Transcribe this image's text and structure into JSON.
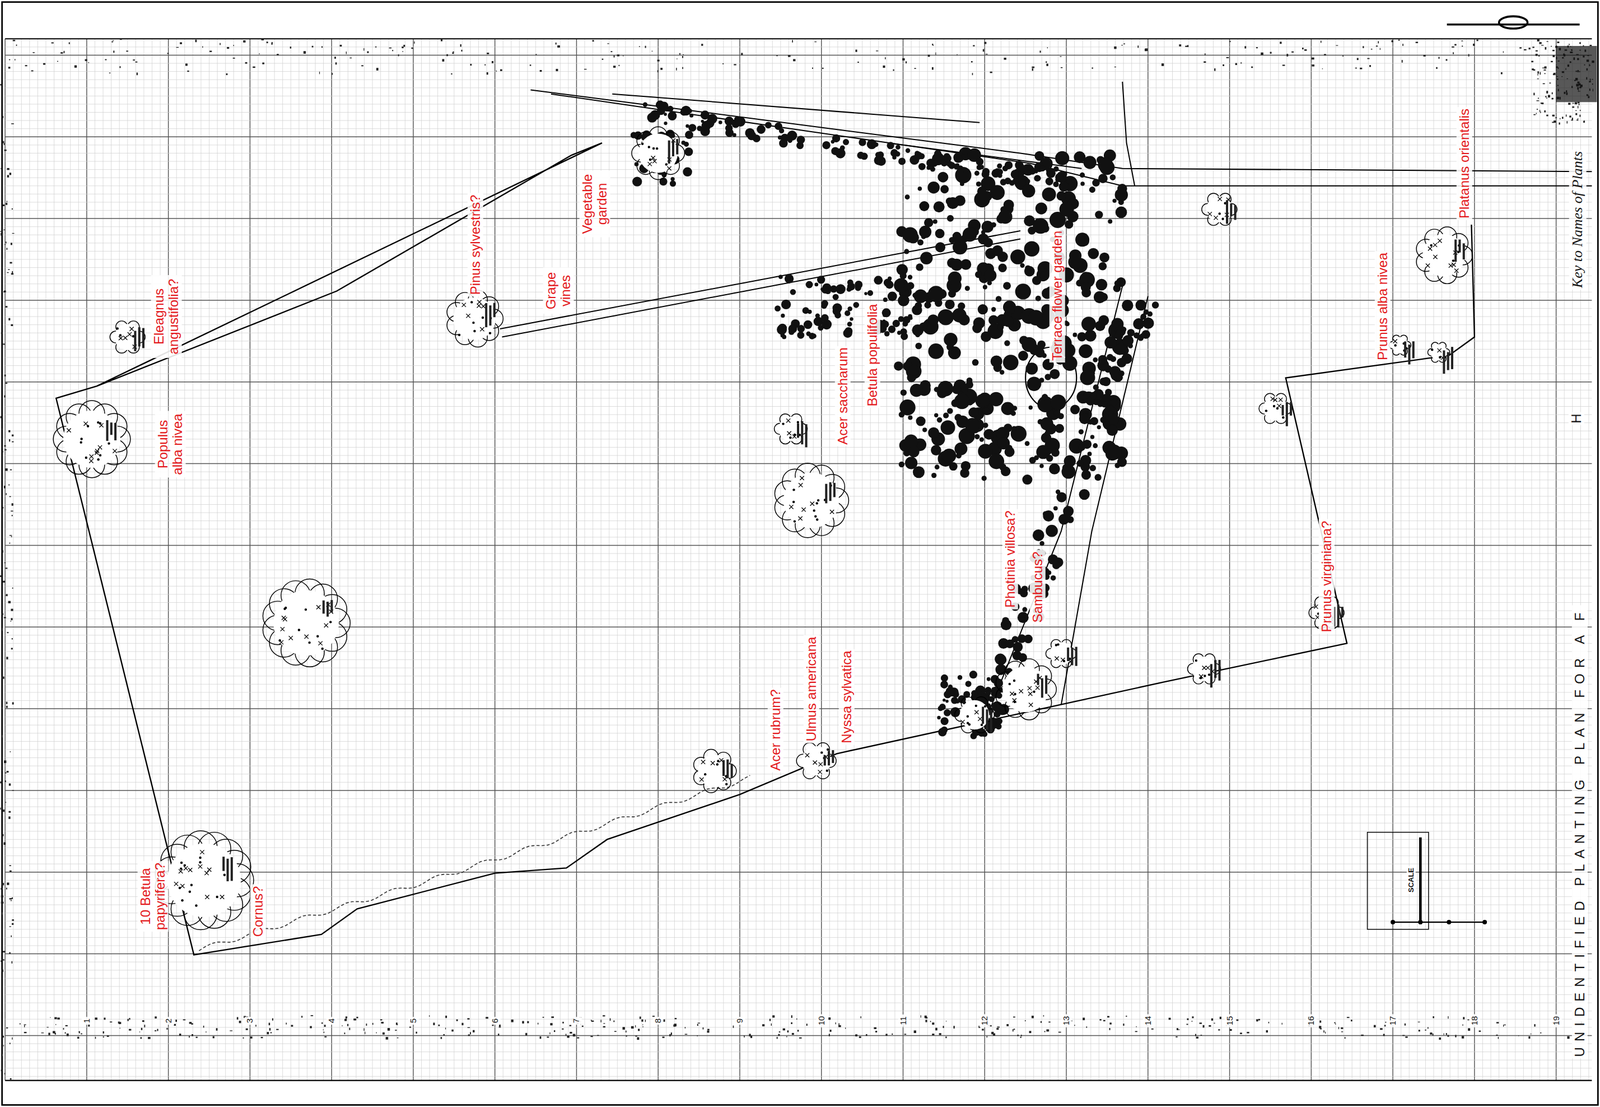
{
  "diagram": {
    "title": "UNIDENTIFIED PLANTING PLAN FOR A F",
    "labels": [
      "Key to Names of Plants",
      "Platanus orientalis",
      "Eleagnus angustifolia?",
      "Populus alba nivea",
      "Pinus sylvestris?",
      "Grape vines",
      "Vegetable garden",
      "Acer saccharum",
      "Betula populifolia",
      "Terrace flower garden",
      "Prunus alba nivea",
      "H",
      "Photinia villosa?",
      "Sambucus?",
      "Prunus virginiana?",
      "Acer rubrum?",
      "Ulmus americana",
      "Nyssa sylvatica",
      "10 Betula papyrifera?",
      "Cornus?",
      "SCALE",
      "1",
      "2",
      "3",
      "4",
      "5",
      "6",
      "7",
      "8",
      "9",
      "10",
      "11",
      "12",
      "13",
      "14",
      "15",
      "16",
      "17",
      "18",
      "19"
    ]
  }
}
